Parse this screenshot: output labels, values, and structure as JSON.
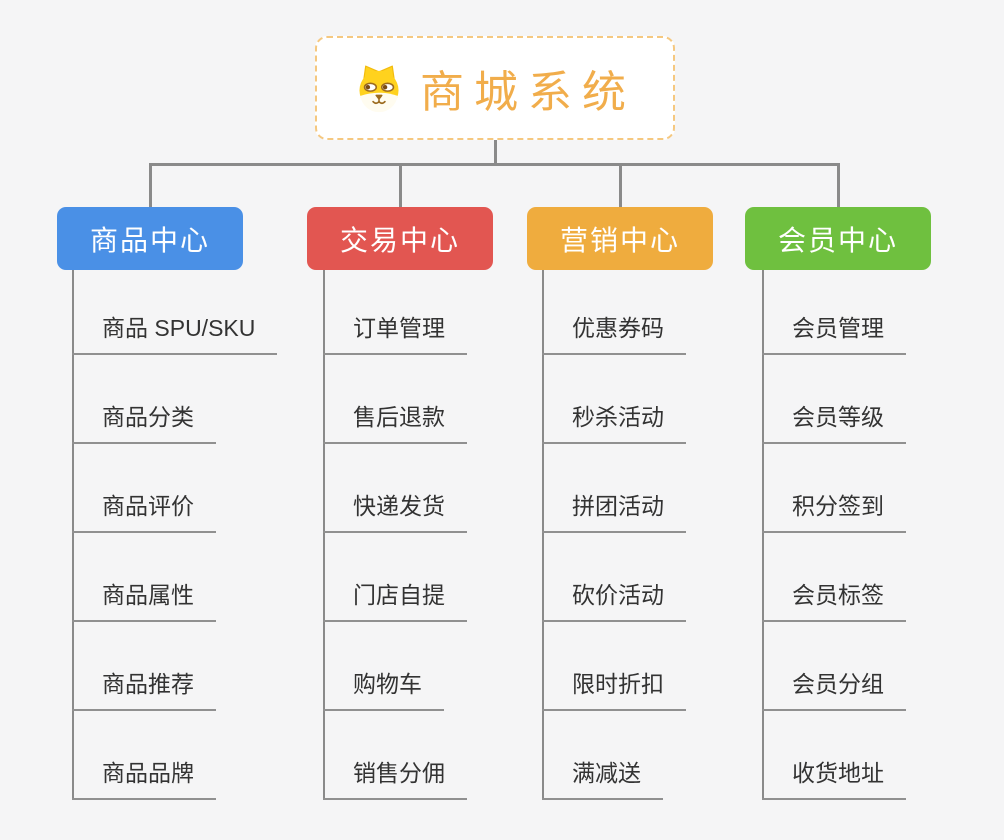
{
  "root": {
    "title": "商城系统",
    "icon": "dog-face-icon"
  },
  "branches": [
    {
      "label": "商品中心",
      "color": "#4A90E6",
      "children": [
        "商品 SPU/SKU",
        "商品分类",
        "商品评价",
        "商品属性",
        "商品推荐",
        "商品品牌"
      ]
    },
    {
      "label": "交易中心",
      "color": "#E25651",
      "children": [
        "订单管理",
        "售后退款",
        "快递发货",
        "门店自提",
        "购物车",
        "销售分佣"
      ]
    },
    {
      "label": "营销中心",
      "color": "#EFAC3E",
      "children": [
        "优惠券码",
        "秒杀活动",
        "拼团活动",
        "砍价活动",
        "限时折扣",
        "满减送"
      ]
    },
    {
      "label": "会员中心",
      "color": "#6FC03F",
      "children": [
        "会员管理",
        "会员等级",
        "积分签到",
        "会员标签",
        "会员分组",
        "收货地址"
      ]
    }
  ],
  "colors": {
    "background": "#F5F5F6",
    "root_border": "#F5C880",
    "root_text": "#F1AD4B",
    "connector": "#8A8A8A",
    "leaf_underline": "#909090",
    "leaf_text": "#333333"
  }
}
